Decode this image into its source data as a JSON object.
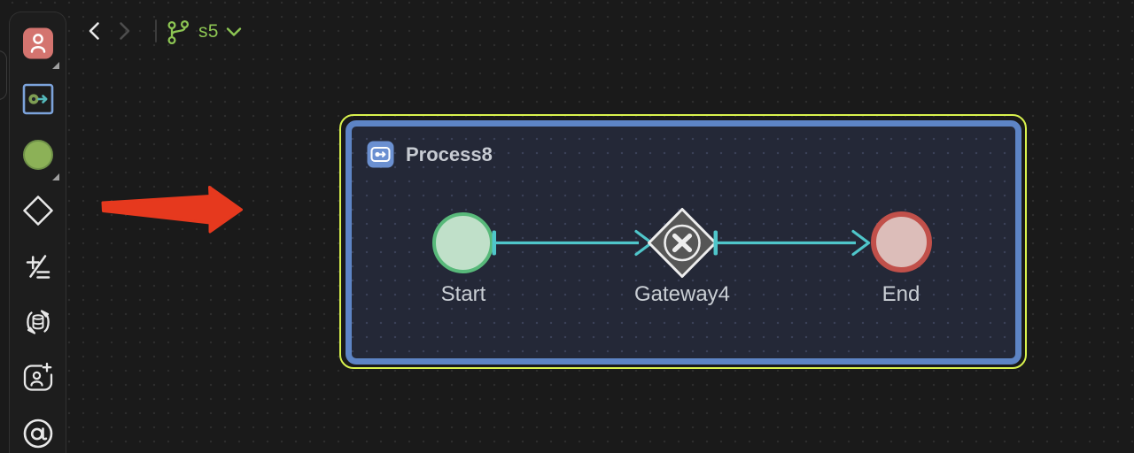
{
  "topbar": {
    "back_icon": "chevron-left",
    "forward_icon": "chevron-right",
    "branch_icon": "git-branch",
    "branch_name": "s5",
    "branch_menu_icon": "chevron-down",
    "accent_color": "#8dc653"
  },
  "sidebar": {
    "tools": [
      {
        "icon": "user-badge-icon",
        "color": "#d4746f",
        "has_submenu": true
      },
      {
        "icon": "process-flow-icon",
        "selected": true,
        "border_color": "#7ca3db"
      },
      {
        "icon": "event-circle-icon",
        "color": "#8cb157",
        "has_submenu": true
      },
      {
        "icon": "gateway-diamond-icon",
        "has_submenu": false
      },
      {
        "icon": "assignment-plus-equals-icon",
        "has_submenu": false
      },
      {
        "icon": "sync-database-icon",
        "has_submenu": false
      },
      {
        "icon": "add-user-icon",
        "has_submenu": false
      },
      {
        "icon": "mention-a-icon",
        "has_submenu": false
      }
    ]
  },
  "canvas": {
    "grid": "dotted",
    "annotation_arrow_color": "#e6391e",
    "selection_outline_color": "#d9f24e",
    "process_container": {
      "title": "Process8",
      "icon": "process-badge-icon",
      "border_color": "#5d84c5",
      "background_color": "#242837"
    },
    "nodes": [
      {
        "id": "start",
        "type": "start-event",
        "label": "Start",
        "fill": "#c0e0c9",
        "border": "#58b97a"
      },
      {
        "id": "gateway4",
        "type": "exclusive-gateway",
        "label": "Gateway4",
        "fill": "#565656",
        "border": "#ededed"
      },
      {
        "id": "end",
        "type": "end-event",
        "label": "End",
        "fill": "#dcbdb9",
        "border": "#c1504a"
      }
    ],
    "edges": [
      {
        "from": "start",
        "to": "gateway4",
        "color": "#4fc6ca"
      },
      {
        "from": "gateway4",
        "to": "end",
        "color": "#4fc6ca"
      }
    ]
  }
}
